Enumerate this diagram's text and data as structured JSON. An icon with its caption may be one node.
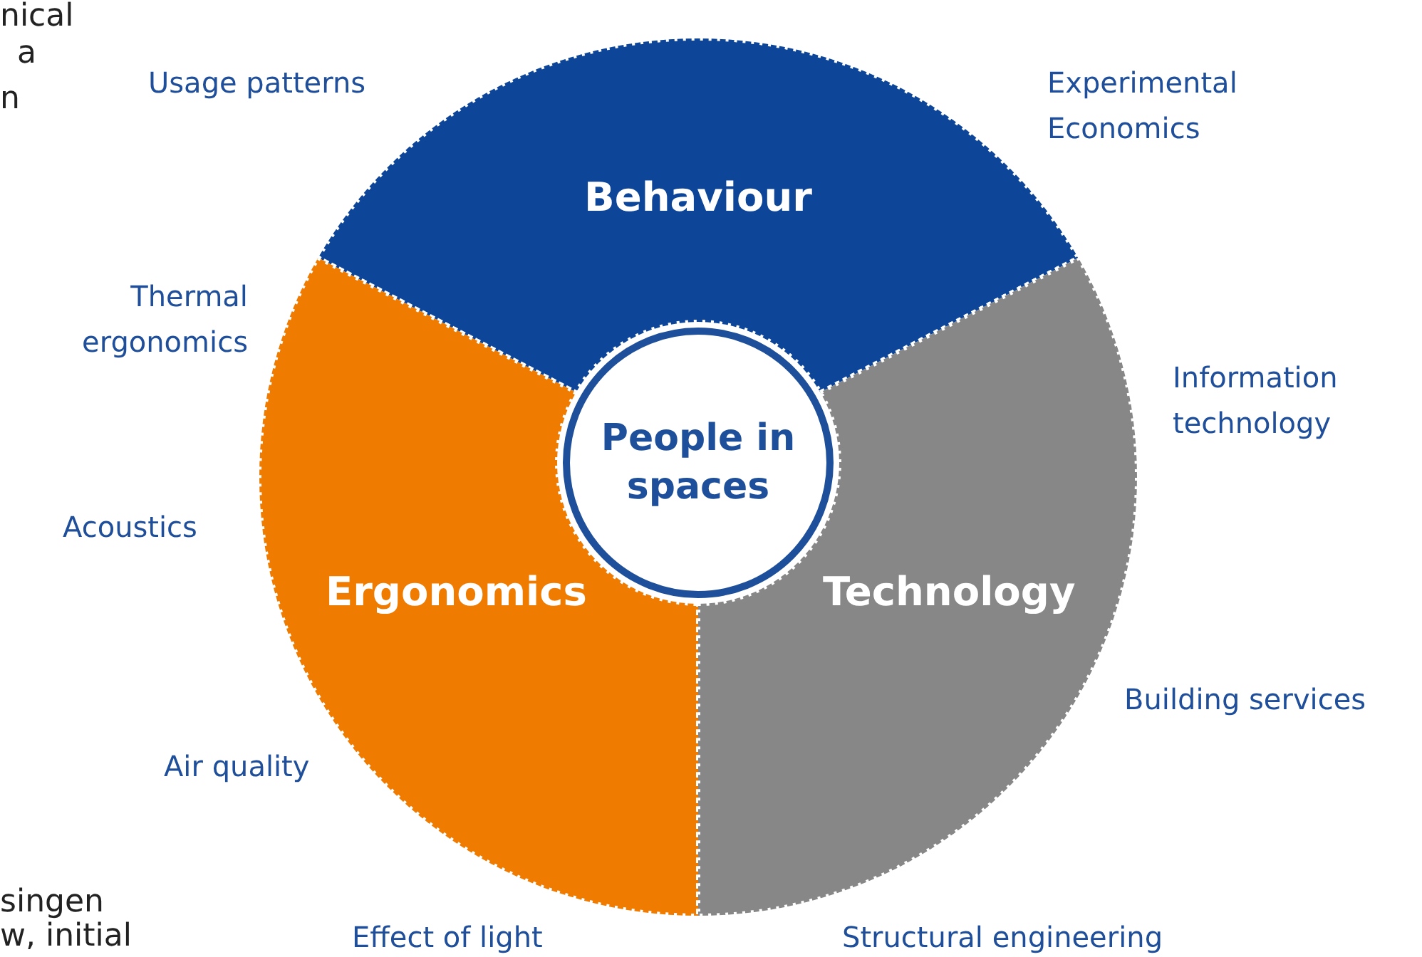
{
  "diagram": {
    "nodes": [
      {
        "text": [
          "People in spaces"
        ]
      },
      {
        "text": [
          "Behaviour"
        ]
      },
      {
        "text": [
          "Ergonomics"
        ]
      },
      {
        "text": [
          "Technology"
        ]
      }
    ],
    "labels": [
      "nical",
      "a",
      "n",
      "Usage patterns",
      "Experimental Economics",
      "Thermal ergonomics",
      "Information technology",
      "Acoustics",
      "Building services",
      "Air quality",
      "singen",
      "w, initial",
      "Effect of light",
      "Structural engineering"
    ]
  }
}
